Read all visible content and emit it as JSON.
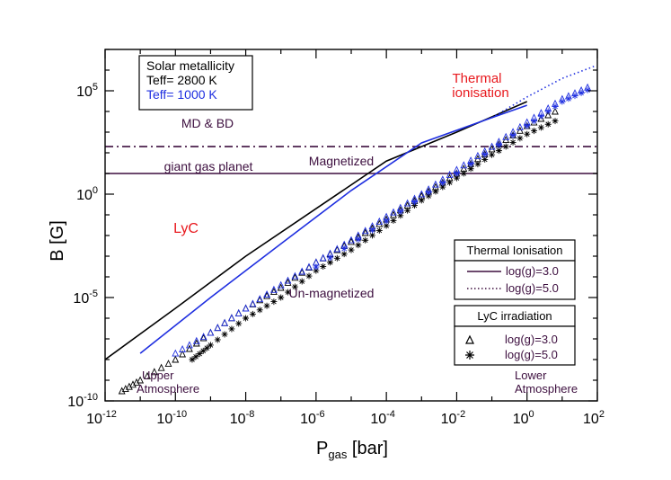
{
  "chart_data": {
    "type": "line",
    "xlabel_main": "P",
    "xlabel_sub": "gas",
    "xlabel_unit": " [bar]",
    "ylabel": "B [G]",
    "x_scale": "log",
    "y_scale": "log",
    "xlim": [
      1e-12,
      100
    ],
    "ylim": [
      1e-10,
      10000000.0
    ],
    "x_tick_exponents": [
      -12,
      -10,
      -8,
      -6,
      -4,
      -2,
      0,
      2
    ],
    "y_tick_exponents": [
      -10,
      -5,
      0,
      5
    ],
    "tick_base": "10",
    "grid": false,
    "colors": {
      "axes": "#000000",
      "dark_purple": "#3d0f3f",
      "red": "#e8191e",
      "blue": "#1f2fe0",
      "black": "#000000"
    },
    "annotations": {
      "thermal": [
        "Thermal",
        "ionisation"
      ],
      "md_bd": "MD & BD",
      "giant": "giant gas planet",
      "magnetized": "Magnetized",
      "lyc": "LyC",
      "unmagnetized": "Un-magnetized",
      "upper": [
        "Upper",
        "Atmosphere"
      ],
      "lower": [
        "Lower",
        "Atmosphere"
      ]
    },
    "legend_top_left": {
      "title": "Solar metallicity",
      "entries": [
        {
          "text": "Teff= 2800 K",
          "color": "#000000"
        },
        {
          "text": "Teff= 1000 K",
          "color": "#1f2fe0"
        }
      ]
    },
    "legend_thermal": {
      "title": "Thermal Ionisation",
      "entries": [
        "log(g)=3.0",
        "log(g)=5.0"
      ]
    },
    "legend_lyc": {
      "title": "LyC irradiation",
      "entries": [
        "log(g)=3.0",
        "log(g)=5.0"
      ]
    },
    "horizontal_lines": [
      {
        "name": "MD & BD",
        "y": 200,
        "style": "dashdot"
      },
      {
        "name": "giant gas planet",
        "y": 10,
        "style": "solid"
      }
    ],
    "series": [
      {
        "name": "Thermal Ionisation log(g)=3.0, Teff= 2800 K",
        "color": "#000000",
        "style": "solid",
        "x": [
          1e-12,
          1e-10,
          1e-08,
          1e-06,
          0.0001,
          0.01,
          1.0
        ],
        "y": [
          1e-08,
          3e-06,
          0.001,
          0.2,
          40,
          1000,
          30000
        ]
      },
      {
        "name": "Thermal Ionisation log(g)=3.0, Teff= 1000 K",
        "color": "#1f2fe0",
        "style": "solid",
        "x": [
          1e-11,
          1e-09,
          1e-07,
          1e-05,
          0.001,
          0.1,
          1.0
        ],
        "y": [
          2e-08,
          1e-05,
          0.004,
          1.5,
          300,
          5000,
          20000
        ]
      },
      {
        "name": "Thermal Ionisation log(g)=5.0, Teff= 1000 K",
        "color": "#1f2fe0",
        "style": "dotted",
        "x": [
          0.1,
          1.0,
          10,
          80
        ],
        "y": [
          5000,
          50000,
          400000,
          1500000.0
        ]
      },
      {
        "name": "LyC irradiation log(g)=3.0, Teff= 2800 K",
        "color": "#000000",
        "style": "triangle",
        "x": [
          3e-12,
          1e-11,
          1e-10,
          1e-09,
          1e-08,
          1e-07,
          1e-06,
          1e-05,
          0.0001,
          0.001,
          0.01,
          0.1,
          1,
          10
        ],
        "y": [
          3e-10,
          1e-09,
          1e-08,
          2e-07,
          3e-06,
          3e-05,
          0.0005,
          0.005,
          0.06,
          0.8,
          10,
          150,
          2000,
          15000
        ]
      },
      {
        "name": "LyC irradiation log(g)=5.0, Teff= 2800 K",
        "color": "#000000",
        "style": "star",
        "x": [
          3e-10,
          1e-09,
          1e-08,
          1e-07,
          1e-06,
          1e-05,
          0.0001,
          0.001,
          0.01,
          0.1,
          1,
          10
        ],
        "y": [
          1e-08,
          5e-08,
          1e-06,
          1e-05,
          0.0002,
          0.002,
          0.03,
          0.5,
          6,
          80,
          800,
          5000
        ]
      },
      {
        "name": "LyC irradiation log(g)=3.0, Teff= 1000 K",
        "color": "#1f2fe0",
        "style": "triangle",
        "x": [
          1e-10,
          1e-09,
          1e-08,
          1e-07,
          1e-06,
          1e-05,
          0.0001,
          0.001,
          0.01,
          0.1,
          1,
          10,
          80
        ],
        "y": [
          2e-08,
          2e-07,
          3e-06,
          4e-05,
          0.0005,
          0.006,
          0.08,
          1,
          15,
          200,
          3000,
          40000,
          200000
        ]
      },
      {
        "name": "LyC irradiation log(g)=5.0, Teff= 1000 K",
        "color": "#1f2fe0",
        "style": "star",
        "x": [
          1e-06,
          0.0001,
          0.01,
          1,
          10,
          80
        ],
        "y": [
          0.0003,
          0.05,
          10,
          2000,
          30000,
          150000
        ]
      }
    ]
  }
}
